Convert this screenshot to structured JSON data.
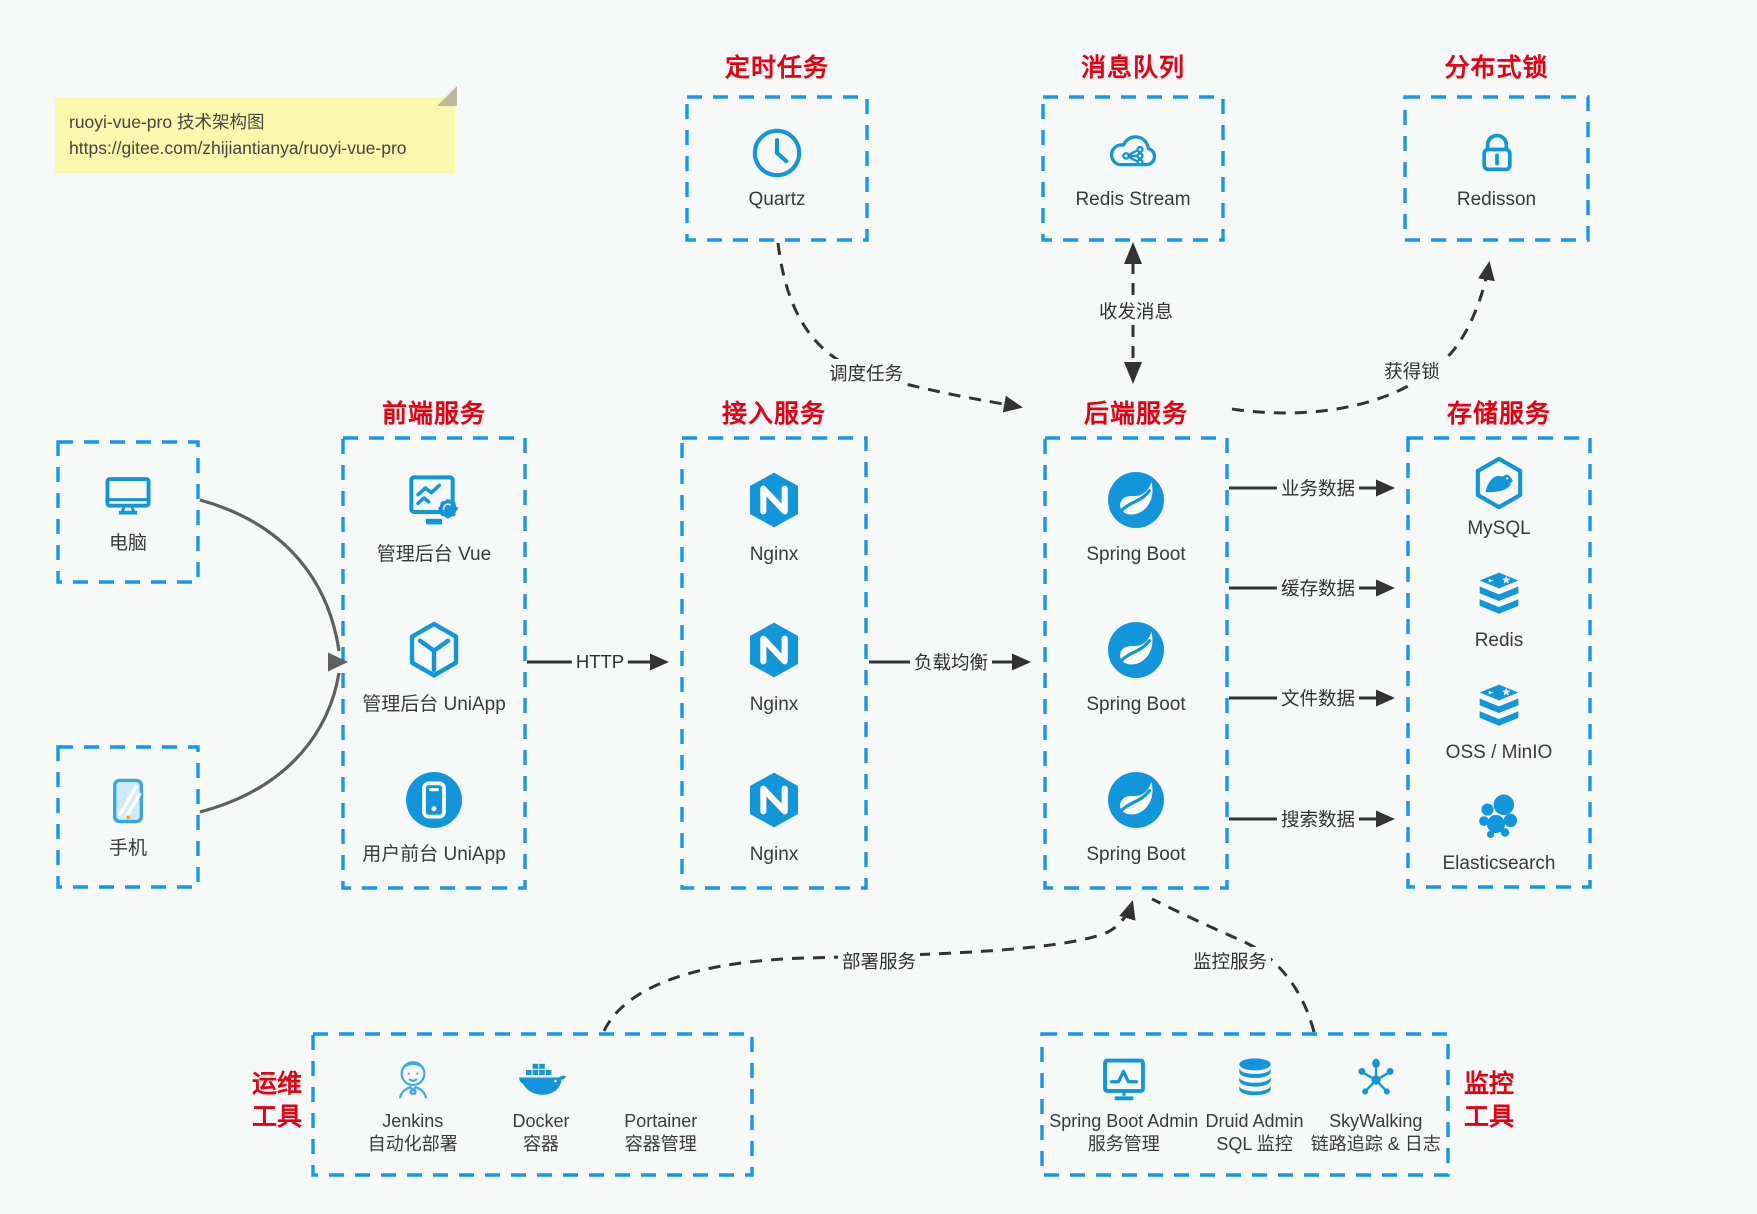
{
  "note": {
    "line1": "ruoyi-vue-pro 技术架构图",
    "line2": "https://gitee.com/zhijiantianya/ruoyi-vue-pro"
  },
  "colors": {
    "accent_blue": "#1296db",
    "border_blue": "#1697ec",
    "title_red": "#e60012",
    "arrow_dark": "#333333",
    "connector_gray": "#5f5f5f",
    "note_yellow": "#fbf7ad",
    "background": "#f7f8f8",
    "text": "#3a3a3a"
  },
  "top_groups": [
    {
      "title": "定时任务",
      "items": [
        {
          "label": "Quartz",
          "icon": "clock-icon"
        }
      ]
    },
    {
      "title": "消息队列",
      "items": [
        {
          "label": "Redis Stream",
          "icon": "cloud-stream-icon"
        }
      ]
    },
    {
      "title": "分布式锁",
      "items": [
        {
          "label": "Redisson",
          "icon": "lock-icon"
        }
      ]
    }
  ],
  "clients": [
    {
      "label": "电脑",
      "icon": "desktop-icon"
    },
    {
      "label": "手机",
      "icon": "phone-icon"
    }
  ],
  "columns": [
    {
      "title": "前端服务",
      "items": [
        {
          "label": "管理后台 Vue",
          "icon": "admin-vue-icon"
        },
        {
          "label": "管理后台 UniApp",
          "icon": "uniapp-cube-icon"
        },
        {
          "label": "用户前台 UniApp",
          "icon": "mobile-app-icon"
        }
      ]
    },
    {
      "title": "接入服务",
      "items": [
        {
          "label": "Nginx",
          "icon": "nginx-icon"
        },
        {
          "label": "Nginx",
          "icon": "nginx-icon"
        },
        {
          "label": "Nginx",
          "icon": "nginx-icon"
        }
      ]
    },
    {
      "title": "后端服务",
      "items": [
        {
          "label": "Spring Boot",
          "icon": "spring-icon"
        },
        {
          "label": "Spring Boot",
          "icon": "spring-icon"
        },
        {
          "label": "Spring Boot",
          "icon": "spring-icon"
        }
      ]
    },
    {
      "title": "存储服务",
      "items": [
        {
          "label": "MySQL",
          "icon": "mysql-icon"
        },
        {
          "label": "Redis",
          "icon": "redis-icon"
        },
        {
          "label": "OSS / MinIO",
          "icon": "oss-icon"
        },
        {
          "label": "Elasticsearch",
          "icon": "elasticsearch-icon"
        }
      ]
    }
  ],
  "bottom_groups": [
    {
      "title_line1": "运维",
      "title_line2": "工具",
      "items": [
        {
          "label": "Jenkins",
          "sublabel": "自动化部署",
          "icon": "jenkins-icon"
        },
        {
          "label": "Docker",
          "sublabel": "容器",
          "icon": "docker-icon"
        },
        {
          "label": "Portainer",
          "sublabel": "容器管理",
          "icon": "portainer-icon"
        }
      ]
    },
    {
      "title_line1": "监控",
      "title_line2": "工具",
      "items": [
        {
          "label": "Spring Boot Admin",
          "sublabel": "服务管理",
          "icon": "admin-monitor-icon"
        },
        {
          "label": "Druid Admin",
          "sublabel": "SQL 监控",
          "icon": "druid-database-icon"
        },
        {
          "label": "SkyWalking",
          "sublabel": "链路追踪 & 日志",
          "icon": "skywalking-topology-icon"
        }
      ]
    }
  ],
  "edges": {
    "http": "HTTP",
    "load_balance": "负载均衡",
    "schedule": "调度任务",
    "message": "收发消息",
    "lock": "获得锁",
    "business_data": "业务数据",
    "cache_data": "缓存数据",
    "file_data": "文件数据",
    "search_data": "搜索数据",
    "deploy": "部署服务",
    "monitor": "监控服务"
  }
}
